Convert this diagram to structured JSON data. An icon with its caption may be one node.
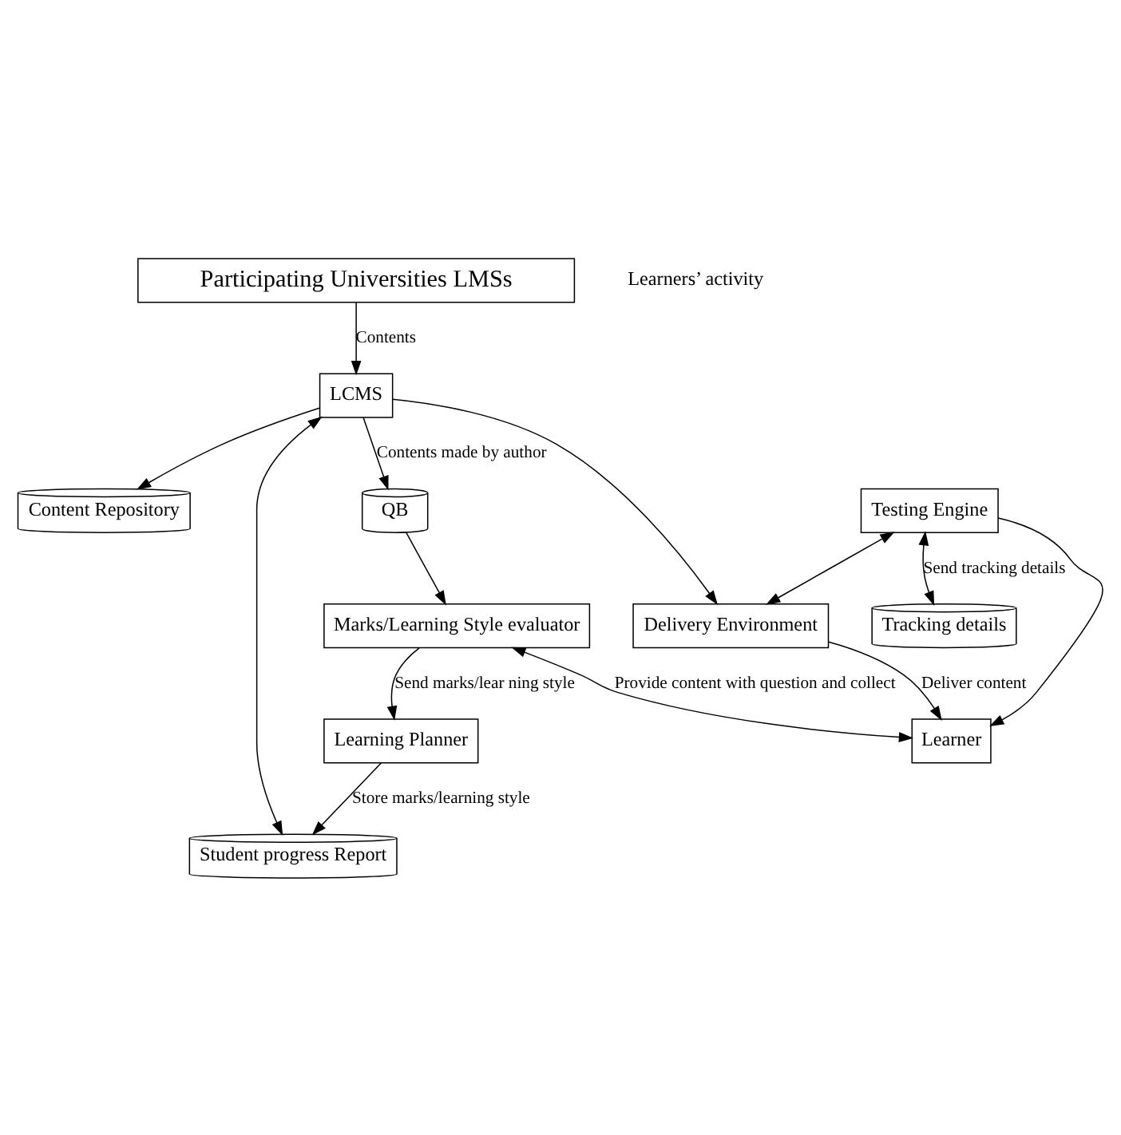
{
  "diagram": {
    "nodes": [
      {
        "text": [
          "Participating Universities LMSs"
        ]
      },
      {
        "text": [
          "LCMS"
        ]
      },
      {
        "text": [
          "Content Repository"
        ]
      },
      {
        "text": [
          "Student progress Report"
        ]
      },
      {
        "text": [
          "QB"
        ]
      },
      {
        "text": [
          "Delivery Environment"
        ]
      },
      {
        "text": [
          "Marks/Learning Style evaluator"
        ]
      },
      {
        "text": [
          "Learning Planner"
        ]
      },
      {
        "text": [
          "Testing Engine"
        ]
      },
      {
        "text": [
          "Tracking details"
        ]
      },
      {
        "text": [
          "Learner"
        ]
      }
    ],
    "edges": [
      {
        "from": 0,
        "to": 1,
        "arrow": "to",
        "label": "Contents"
      },
      {
        "from": 1,
        "to": 2,
        "arrow": "to"
      },
      {
        "from": 1,
        "to": 3,
        "arrow": "both"
      },
      {
        "from": 1,
        "to": 4,
        "arrow": "to",
        "label": "Contents made by author"
      },
      {
        "from": 1,
        "to": 5,
        "arrow": "to"
      },
      {
        "from": 4,
        "to": 6,
        "arrow": "to"
      },
      {
        "from": 6,
        "to": 7,
        "arrow": "to",
        "label": "Send marks/lear ning style"
      },
      {
        "from": 7,
        "to": 3,
        "arrow": "to",
        "label": "Store marks/learning style"
      },
      {
        "from": 8,
        "to": 5,
        "arrow": "both"
      },
      {
        "from": 8,
        "to": 9,
        "arrow": "both",
        "label": "Send tracking details"
      },
      {
        "from": 5,
        "to": 10,
        "arrow": "to",
        "label": "Deliver content"
      },
      {
        "from": 8,
        "to": 10,
        "arrow": "to"
      },
      {
        "from": 6,
        "to": 10,
        "arrow": "both",
        "label": "Provide content with question and collect"
      }
    ],
    "labels": [
      "Learners’ activity"
    ]
  }
}
